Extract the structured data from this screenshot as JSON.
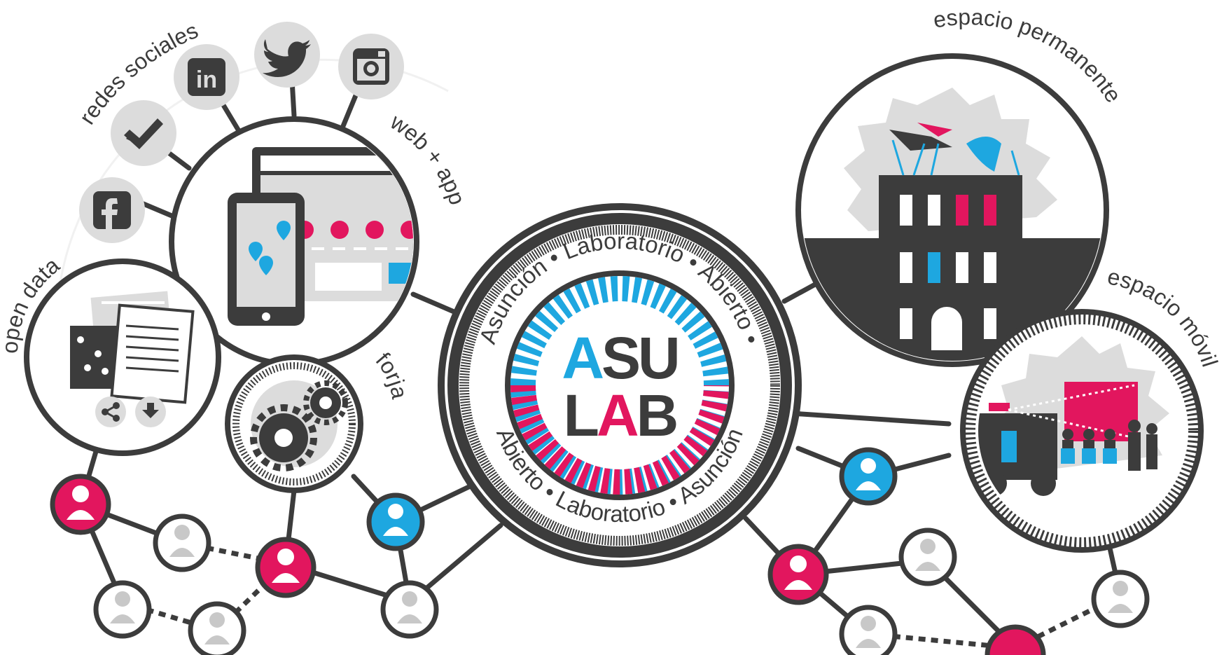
{
  "labels": {
    "redes_sociales": "redes sociales",
    "web_app": "web + app",
    "open_data": "open data",
    "forja": "forja",
    "espacio_permanente": "espacio permanente",
    "espacio_movil": "espacio móvil"
  },
  "center": {
    "ring_top": "Asunción • Laboratorio • Abierto •",
    "ring_bottom": "Abierto • Laboratorio • Asunción",
    "logo_line1_a": "A",
    "logo_line1_b": "SU",
    "logo_line2_l": "L",
    "logo_line2_a": "A",
    "logo_line2_b": "B"
  },
  "social_icons": [
    "facebook-icon",
    "foursquare-icon",
    "linkedin-icon",
    "twitter-icon",
    "instagram-icon"
  ],
  "colors": {
    "dark": "#3c3c3c",
    "gray": "#c8c8c8",
    "light_gray": "#dcdcdc",
    "pink": "#e2165e",
    "blue": "#1ea7e0"
  }
}
